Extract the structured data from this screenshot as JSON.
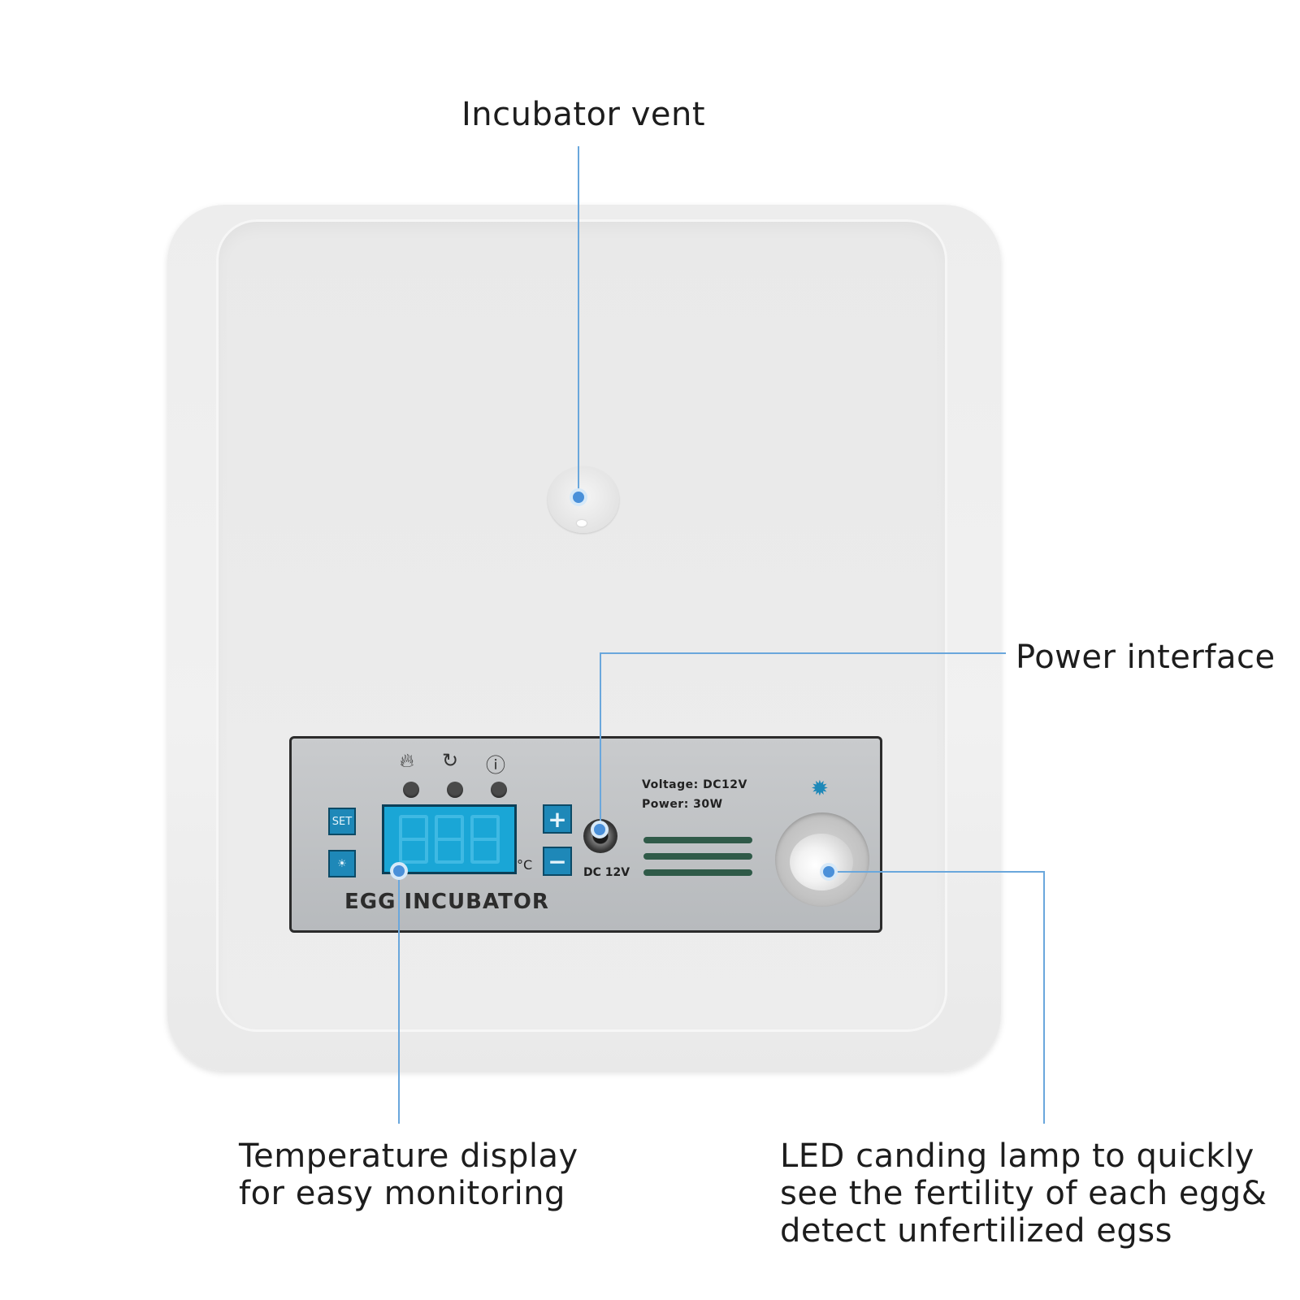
{
  "callouts": {
    "vent": "Incubator vent",
    "power": "Power interface",
    "temperature": [
      "Temperature display",
      "for easy monitoring"
    ],
    "led": [
      "LED canding lamp to quickly",
      "see the fertility of each egg&",
      "detect unfertilized egss"
    ]
  },
  "panel": {
    "brand": "EGG INCUBATOR",
    "set_label": "SET",
    "plus_label": "+",
    "minus_label": "−",
    "unit": "°C",
    "jack_label": "DC 12V",
    "voltage": "Voltage: DC12V",
    "power": "Power: 30W",
    "icons": [
      "flame-icon",
      "turn-icon",
      "alert-icon",
      "light-icon"
    ]
  },
  "colors": {
    "accent": "#4a90d9",
    "display": "#1aa6d6",
    "button": "#1e88b8"
  }
}
